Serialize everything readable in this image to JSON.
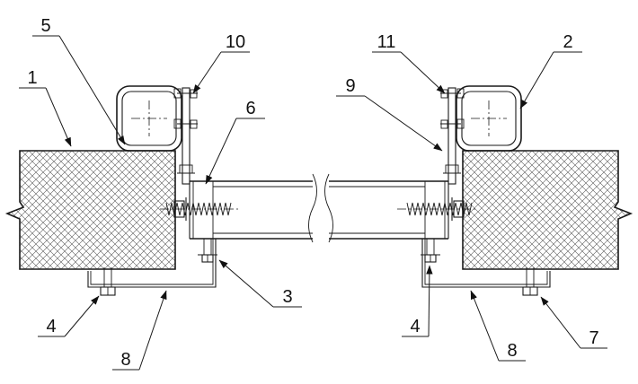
{
  "drawing": {
    "background": "#ffffff",
    "line_color": "#1a1a1a",
    "hatch_color": "#555555"
  },
  "callouts": [
    {
      "id": "5",
      "label": "5"
    },
    {
      "id": "10",
      "label": "10"
    },
    {
      "id": "11",
      "label": "11"
    },
    {
      "id": "2",
      "label": "2"
    },
    {
      "id": "1",
      "label": "1"
    },
    {
      "id": "6",
      "label": "6"
    },
    {
      "id": "9",
      "label": "9"
    },
    {
      "id": "3",
      "label": "3"
    },
    {
      "id": "4-left",
      "label": "4"
    },
    {
      "id": "8-left",
      "label": "8"
    },
    {
      "id": "4-right",
      "label": "4"
    },
    {
      "id": "8-right",
      "label": "8"
    },
    {
      "id": "7",
      "label": "7"
    }
  ]
}
